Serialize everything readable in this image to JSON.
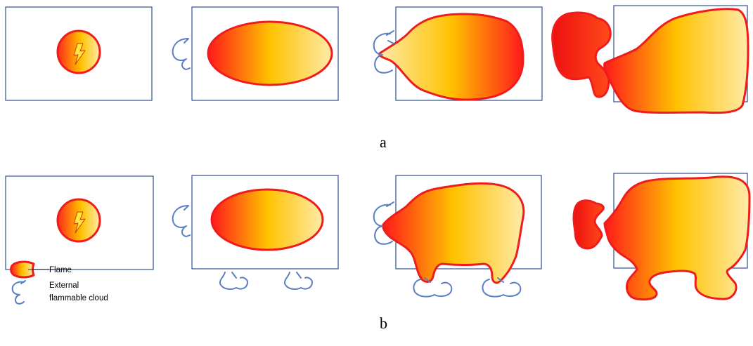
{
  "figure": {
    "panel_labels": {
      "a": "a",
      "b": "b"
    },
    "legend": {
      "flame_label": "Flame",
      "cloud_label_line1": "External",
      "cloud_label_line2": "flammable cloud"
    },
    "colors": {
      "flame_outline": "#ee1c1c",
      "flame_gradient_hot": "#ff1a1a",
      "flame_gradient_mid": "#ffc200",
      "flame_gradient_cool": "#ffeaa8",
      "cloud_outline": "#5b7fc4",
      "box_outline": "#2f4f8f",
      "ignition_bolt": "#ffe640"
    },
    "icons": [
      "lightning-bolt-icon",
      "cloud-swirl-icon",
      "flame-icon"
    ]
  }
}
